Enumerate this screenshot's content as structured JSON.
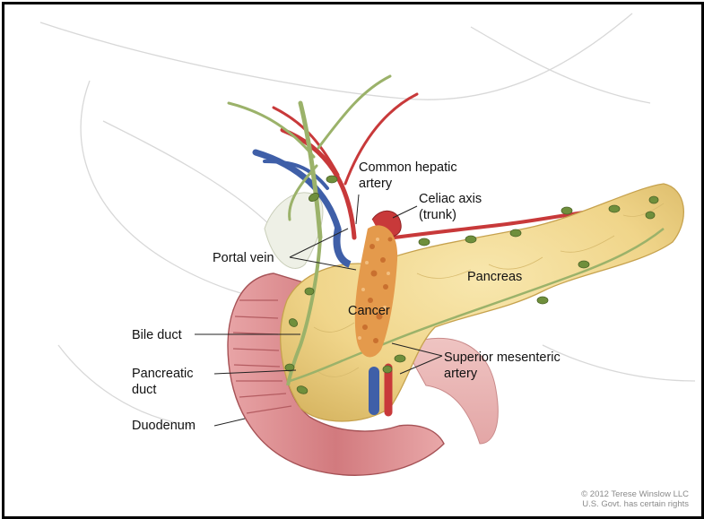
{
  "labels": {
    "common_hepatic_artery_1": "Common hepatic",
    "common_hepatic_artery_2": "artery",
    "celiac_axis_1": "Celiac axis",
    "celiac_axis_2": "(trunk)",
    "portal_vein": "Portal vein",
    "pancreas": "Pancreas",
    "cancer": "Cancer",
    "bile_duct": "Bile duct",
    "pancreatic_duct_1": "Pancreatic",
    "pancreatic_duct_2": "duct",
    "superior_mesenteric_artery_1": "Superior mesenteric",
    "superior_mesenteric_artery_2": "artery",
    "duodenum": "Duodenum"
  },
  "credit": {
    "line1": "© 2012 Terese Winslow LLC",
    "line2": "U.S. Govt. has certain rights"
  },
  "colors": {
    "pancreas": "#f1d98c",
    "artery": "#c8393a",
    "vein": "#3f5fa8",
    "duct": "#9bb26a",
    "lymph_node": "#6f8f3c",
    "duodenum": "#d8868a",
    "tumor": "#e49a4c"
  }
}
